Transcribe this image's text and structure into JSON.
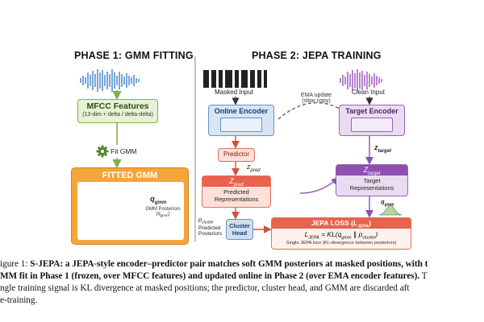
{
  "phase1": {
    "title": "PHASE 1: GMM FITTING",
    "mfcc_title": "MFCC Features",
    "mfcc_sub": "(13-dim + delta / delta-delta)",
    "fit_label": "Fit GMM",
    "fitted_title": "FITTED GMM",
    "q_label": "q",
    "q_sub": "gmm",
    "posterior_label": "GMM Posteriors",
    "posterior_sym": "(q",
    "posterior_sym_sub": "gmm",
    "posterior_sym_end": ")"
  },
  "phase2": {
    "title": "PHASE 2: JEPA TRAINING",
    "masked_input": "Masked Input",
    "clean_input": "Clean Input",
    "online_encoder": "Online Encoder",
    "target_encoder": "Target Encoder",
    "ema_line1": "EMA update",
    "ema_line2": "(slow copy)",
    "predictor": "Predictor",
    "z_pred": "z",
    "z_pred_sub": "pred",
    "z_target": "z",
    "z_target_sub": "target",
    "pred_box_sym": "Z",
    "pred_box_sub": "pred",
    "pred_box_line1": "Predicted",
    "pred_box_line2": "Representations",
    "target_box_sym": "Z",
    "target_box_sub": "target",
    "target_box_line1": "Target",
    "target_box_line2": "Representations",
    "q_gmm": "q",
    "q_gmm_sub": "gmm",
    "p_cluster": "p",
    "p_cluster_sub": "cluster",
    "p_cluster_line1": "Predicted",
    "p_cluster_line2": "Posteriors",
    "cluster_head_1": "Cluster",
    "cluster_head_2": "Head",
    "loss_title": "JEPA LOSS (",
    "loss_title_sym": "L",
    "loss_title_sub": "JEPA",
    "loss_title_end": ")",
    "loss_formula": "L",
    "loss_formula_sub": "JEPA",
    "loss_formula_rest": " = KL(q",
    "loss_formula_q_sub": "gmm",
    "loss_formula_mid": " ∥ p",
    "loss_formula_p_sub": "cluster",
    "loss_formula_end": ")",
    "loss_sub": "Single JEPA loss (KL-divergence between posteriors)"
  },
  "caption": {
    "line1_a": "igure 1: ",
    "line1_b": "S-JEPA: a JEPA-style encoder–predictor pair matches soft GMM posteriors at masked positions, with t",
    "line2": "MM fit in Phase 1 (frozen, over MFCC features) and updated online in Phase 2 (over EMA encoder features).",
    "line2_end": " T",
    "line3": "ngle training signal is KL divergence at masked positions; the predictor, cluster head, and GMM are discarded aft",
    "line4": "e-training."
  },
  "colors": {
    "green": "#7fb04c",
    "orange": "#f6a53a",
    "blue": "#6a8fc6",
    "purple": "#8d4fb0",
    "red": "#e8624e",
    "wave_blue": "#3d7fc7",
    "wave_purple": "#9a4fb8"
  }
}
